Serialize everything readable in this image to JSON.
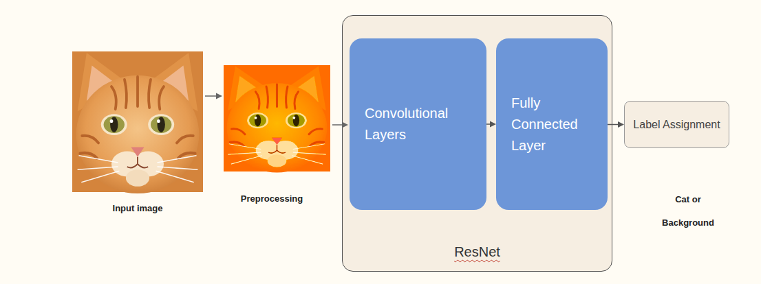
{
  "diagram": {
    "nodes": [
      {
        "text": [
          "ResNet"
        ]
      },
      {
        "text": [
          "Convolutional Layers"
        ],
        "in": 0
      },
      {
        "text": [
          "Fully Connected Layer"
        ],
        "in": 0
      },
      {
        "text": [
          "Label Assignment"
        ]
      }
    ],
    "edges": [
      {
        "from": 1,
        "to": 2,
        "arrow": "to"
      },
      {
        "from": 2,
        "to": 3,
        "arrow": "to"
      }
    ],
    "labels": [
      "Input image",
      "Preprocessing",
      "Cat or Background"
    ]
  }
}
